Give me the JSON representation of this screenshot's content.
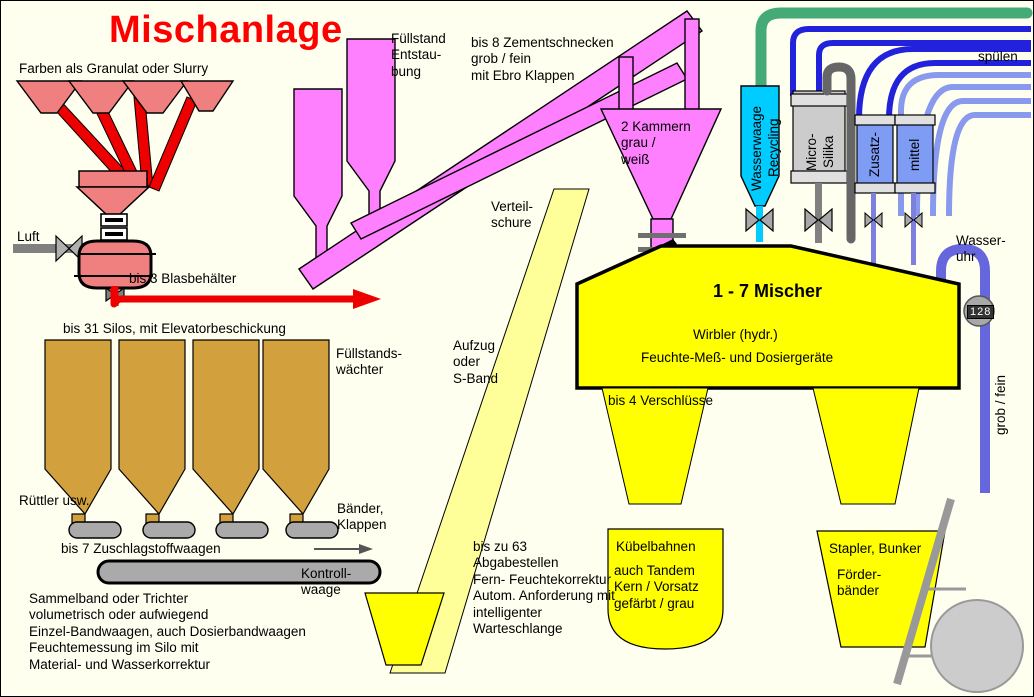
{
  "title": "Mischanlage",
  "colors": {
    "background": "#fffff0",
    "title_red": "#ff0000",
    "pigment_pink": "#f08080",
    "pigment_line_red": "#ee0000",
    "cement_magenta": "#ff80ff",
    "aggregate_ochre": "#d2a03c",
    "mixer_yellow": "#ffff00",
    "chute_lightyellow": "#ffff99",
    "water_cyan": "#00ccff",
    "admix_blue": "#99aaff",
    "pipe_blue": "#2222dd",
    "recycle_green": "#44aa77",
    "grey": "#a8a8a8",
    "dark_grey": "#707070",
    "silica_grey": "#cccccc"
  },
  "labels": {
    "pigments_header": "Farben als Granulat oder Slurry",
    "air": "Luft",
    "blow_vessels": "bis 3 Blasbehälter",
    "level_destaub": "Füllstand\nEntstau-\nbung",
    "cement_screws": "bis 8 Zementschnecken\ngrob / fein\nmit Ebro Klappen",
    "two_chambers": "2 Kammern\ngrau /\nweiß",
    "silos_header": "bis 31 Silos, mit Elevatorbeschickung",
    "level_watch": "Füllstands-\nwächter",
    "vibrator": "Rüttler usw.",
    "belts_flaps": "Bänder,\nKlappen",
    "agg_scales": "bis 7 Zuschlagstoffwaagen",
    "control_scale": "Kontroll-\nwaage",
    "bottom_notes": "Sammelband oder Trichter\nvolumetrisch oder aufwiegend\nEinzel-Bandwaagen, auch Dosierbandwaagen\nFeuchtemessung im Silo mit\nMaterial- und Wasserkorrektur",
    "distribution_chute": "Verteil-\nschure",
    "elevator": "Aufzug\noder\nS-Band",
    "discharge_notes": "bis zu 63\nAbgabestellen\nFern- Feuchtekorrektur\nAutom. Anforderung mit\nintelligenter\nWarteschlange",
    "mixer_title": "1 - 7 Mischer",
    "mixer_sub1": "Wirbler (hydr.)",
    "mixer_sub2": "Feuchte-Meß- und Dosiergeräte",
    "closures": "bis 4 Verschlüsse",
    "bucket_lines": "Kübelbahnen",
    "bucket_notes": "auch Tandem\nKern / Vorsatz\ngefärbt / grau",
    "stacker_bunker": "Stapler, Bunker",
    "conveyor_belts": "Förder-\nbänder",
    "water_scale": "Wasserwaage\nRecycling",
    "micro_silica": "Micro-\nSilika",
    "admix_1": "Zusatz-",
    "admix_2": "mittel",
    "flush": "spülen",
    "water_meter": "Wasser-\nuhr",
    "coarse_fine": "grob / fein",
    "meter_value": "128"
  },
  "vessels": {
    "pigment_funnels": 4,
    "cement_silos": 2,
    "aggregate_silos": 4,
    "agg_weighers": 4,
    "mixer_outlets": 2
  }
}
